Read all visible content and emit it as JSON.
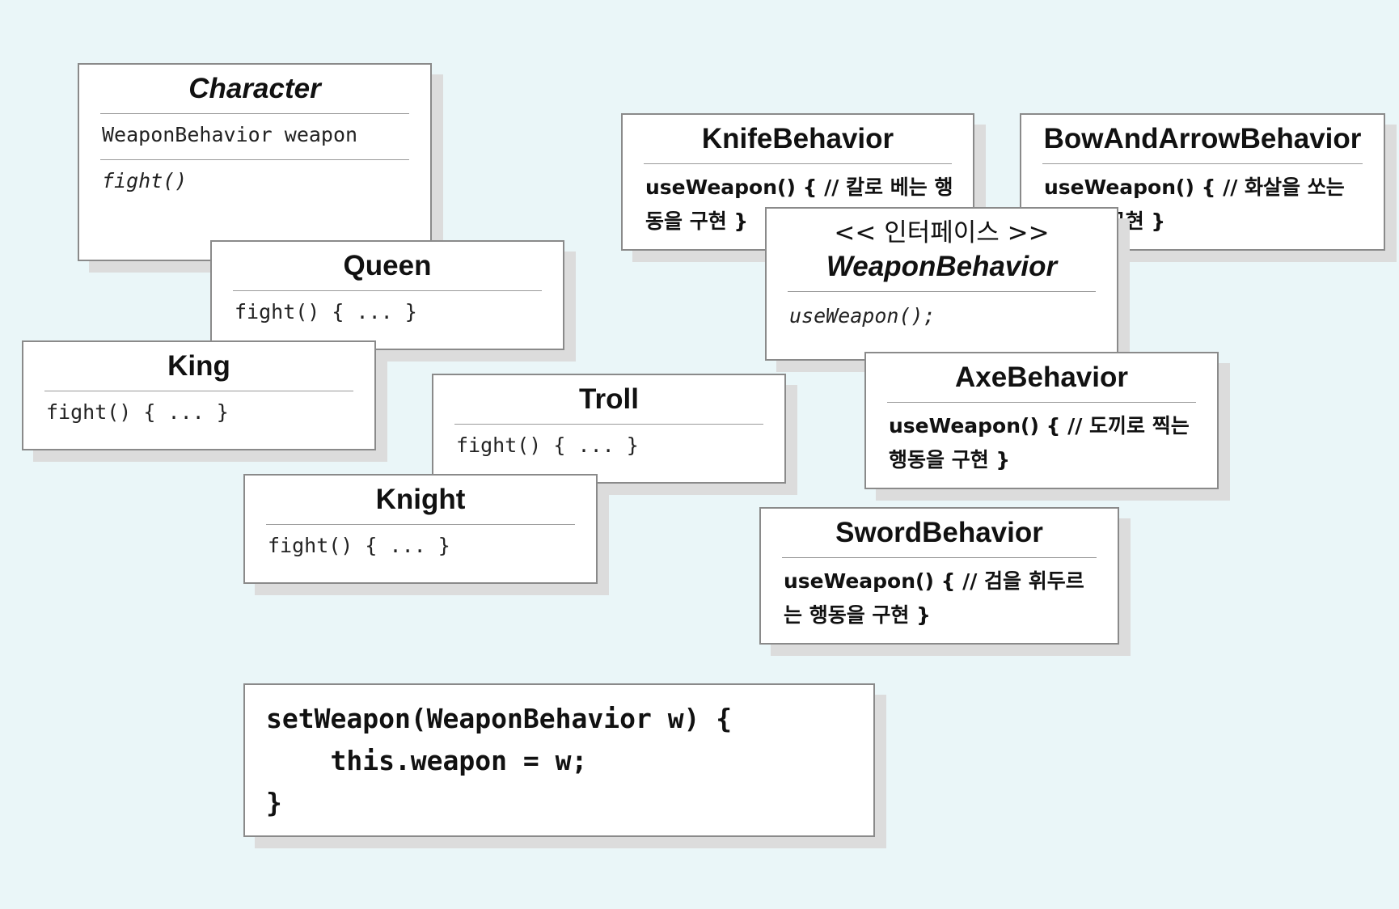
{
  "character": {
    "title": "Character",
    "field": "WeaponBehavior weapon",
    "method": "fight()"
  },
  "queen": {
    "title": "Queen",
    "method": "fight() { ... }"
  },
  "king": {
    "title": "King",
    "method": "fight() { ... }"
  },
  "troll": {
    "title": "Troll",
    "method": "fight() { ... }"
  },
  "knight": {
    "title": "Knight",
    "method": "fight() { ... }"
  },
  "knife_behavior": {
    "title": "KnifeBehavior",
    "method": "useWeapon() { // 칼로 베는 행동을 구현 }"
  },
  "bow_behavior": {
    "title": "BowAndArrowBehavior",
    "method": "useWeapon() { // 화살을 쏘는 행동을 구현 }"
  },
  "weapon_interface": {
    "stereotype": "<< 인터페이스 >>",
    "title": "WeaponBehavior",
    "method": "useWeapon();"
  },
  "axe_behavior": {
    "title": "AxeBehavior",
    "method": "useWeapon() { // 도끼로 찍는 행동을 구현 }"
  },
  "sword_behavior": {
    "title": "SwordBehavior",
    "method": "useWeapon() { // 검을 휘두르는 행동을 구현 }"
  },
  "set_weapon": {
    "line1": "setWeapon(WeaponBehavior w) {",
    "line2": "    this.weapon = w;",
    "line3": "}"
  }
}
